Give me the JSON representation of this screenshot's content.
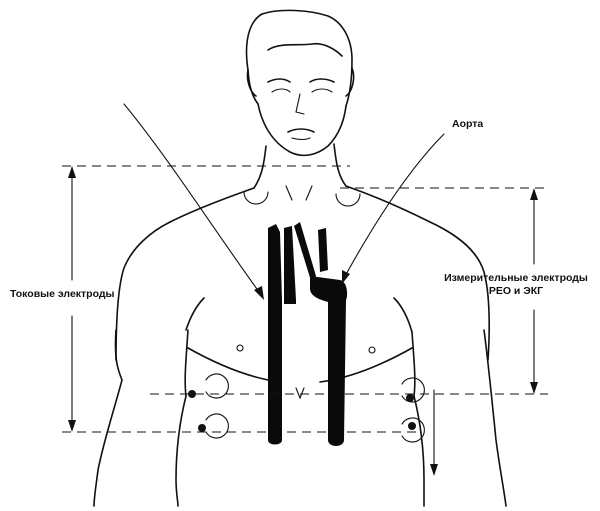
{
  "labels": {
    "aorta": "Аорта",
    "current_electrodes": "Токовые электроды",
    "measuring_electrodes_line1": "Измерительные электроды",
    "measuring_electrodes_line2": "РЕО и ЭКГ"
  },
  "colors": {
    "ink": "#111111",
    "vessel": "#0a0a0a",
    "background": "#ffffff"
  }
}
